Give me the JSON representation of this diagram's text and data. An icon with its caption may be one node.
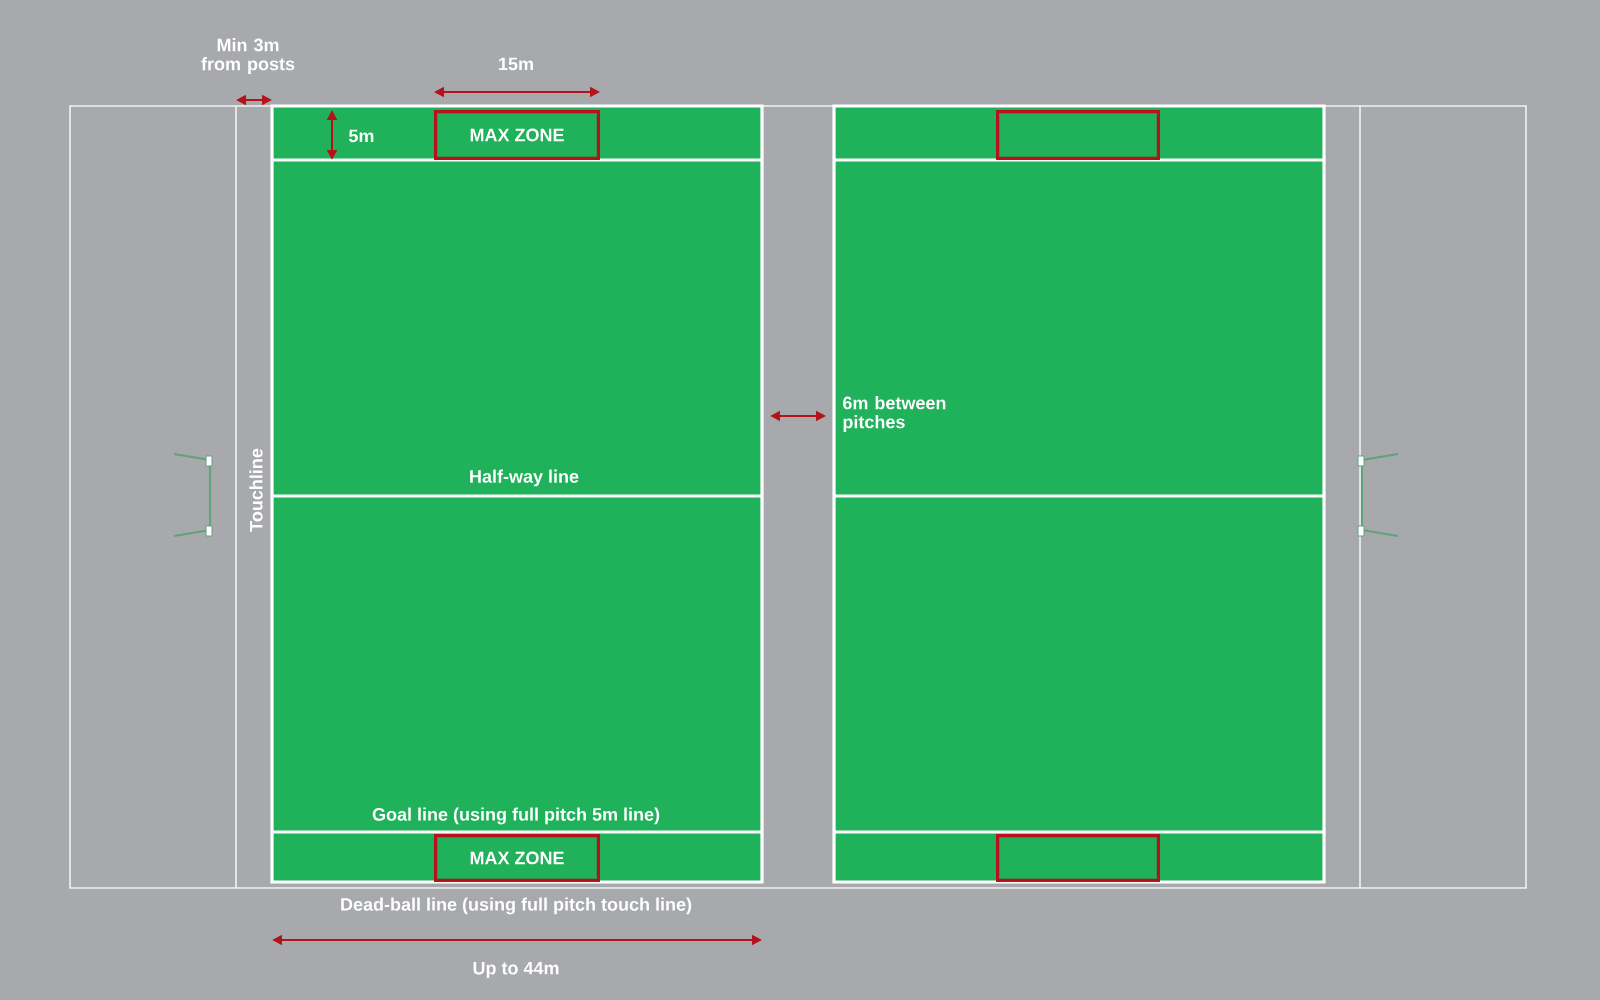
{
  "diagram": {
    "nodes": [
      {
        "text": [
          "MAX ZONE"
        ]
      },
      {
        "text": [
          "MAX ZONE"
        ]
      },
      {
        "text": [],
        "shape": "box"
      },
      {
        "text": [],
        "shape": "box"
      }
    ],
    "labels": [
      "Min 3m from posts",
      "15m",
      "5m",
      "6m between pitches",
      "Half-way line",
      "Touchline",
      "Goal line (using full pitch 5m line)",
      "Dead-ball line (using full pitch touch line)",
      "Up to 44m"
    ]
  }
}
